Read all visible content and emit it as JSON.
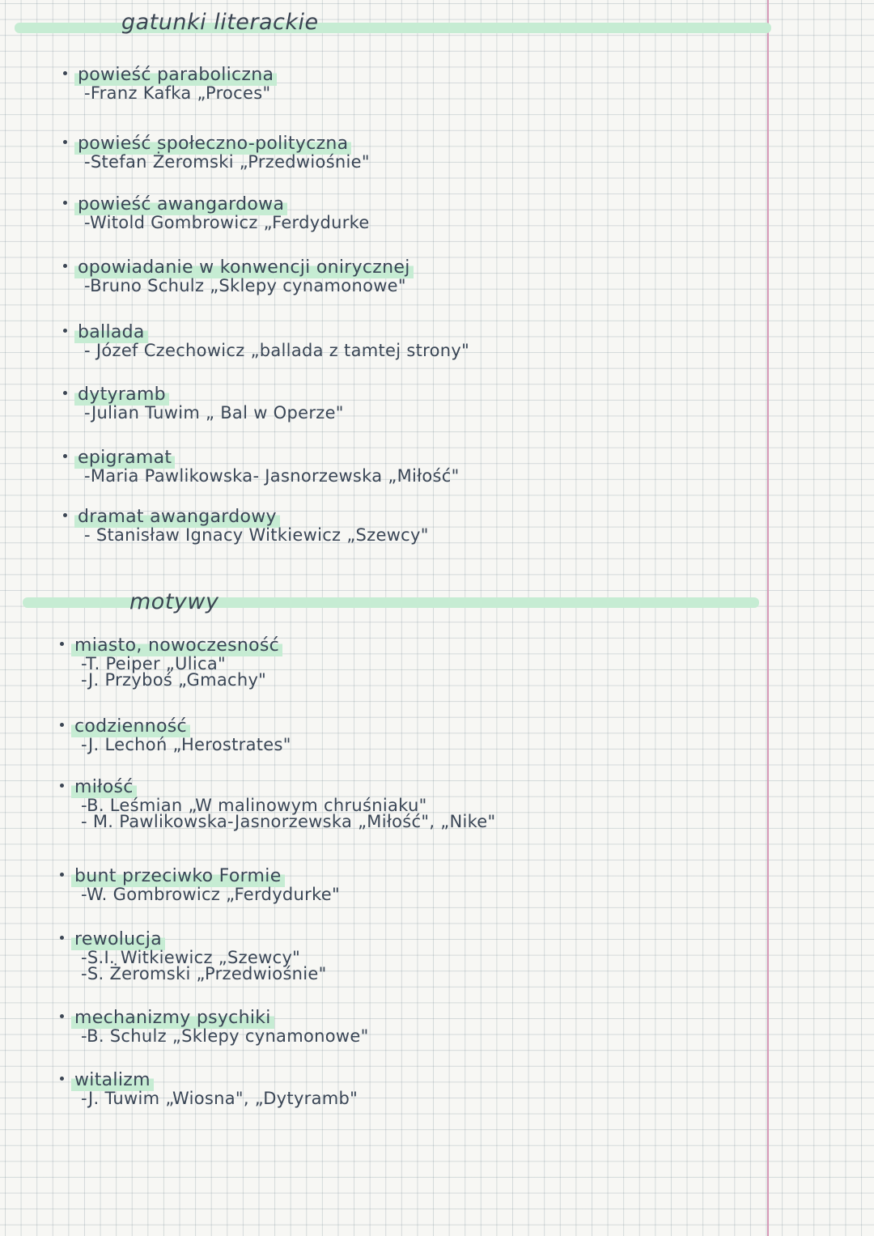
{
  "sections": {
    "genres": {
      "heading": "gatunki literackie",
      "items": [
        {
          "title": "powieść paraboliczna",
          "works": [
            "-Franz Kafka „Proces\""
          ]
        },
        {
          "title": "powieść społeczno-polityczna",
          "works": [
            "-Stefan Żeromski „Przedwiośnie\""
          ]
        },
        {
          "title": "powieść awangardowa",
          "works": [
            "-Witold Gombrowicz „Ferdydurke"
          ]
        },
        {
          "title": "opowiadanie w konwencji onirycznej",
          "works": [
            "-Bruno Schulz „Sklepy cynamonowe\""
          ]
        },
        {
          "title": "ballada",
          "works": [
            "- Józef Czechowicz „ballada z tamtej strony\""
          ]
        },
        {
          "title": "dytyramb",
          "works": [
            "-Julian Tuwim „ Bal w Operze\""
          ]
        },
        {
          "title": "epigramat",
          "works": [
            "-Maria Pawlikowska- Jasnorzewska „Miłość\""
          ]
        },
        {
          "title": "dramat awangardowy",
          "works": [
            "- Stanisław Ignacy Witkiewicz „Szewcy\""
          ]
        }
      ]
    },
    "motifs": {
      "heading": "motywy",
      "items": [
        {
          "title": "miasto, nowoczesność",
          "works": [
            "-T. Peiper „Ulica\"",
            "-J. Przyboś „Gmachy\""
          ]
        },
        {
          "title": "codzienność",
          "works": [
            "-J. Lechoń „Herostrates\""
          ]
        },
        {
          "title": "miłość",
          "works": [
            "-B. Leśmian „W malinowym chruśniaku\"",
            "- M. Pawlikowska-Jasnorzewska „Miłość\", „Nike\""
          ]
        },
        {
          "title": "bunt przeciwko Formie",
          "works": [
            "-W. Gombrowicz „Ferdydurke\""
          ]
        },
        {
          "title": "rewolucja",
          "works": [
            "-S.I. Witkiewicz „Szewcy\"",
            "-S. Żeromski „Przedwiośnie\""
          ]
        },
        {
          "title": "mechanizmy psychiki",
          "works": [
            "-B. Schulz „Sklepy cynamonowe\""
          ]
        },
        {
          "title": "witalizm",
          "works": [
            "-J. Tuwim „Wiosna\", „Dytyramb\""
          ]
        }
      ]
    }
  },
  "colors": {
    "highlighter": "#c6ecd3",
    "margin_line": "#d79ab8",
    "ink": "#3a4656"
  }
}
